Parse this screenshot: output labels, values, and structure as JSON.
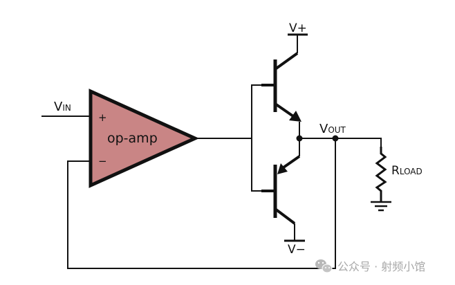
{
  "diagram": {
    "title": "Op-amp driven push-pull (class B) output stage",
    "opamp": {
      "label": "op-amp",
      "plus_sign": "+",
      "minus_sign": "−",
      "fill_color": "#c98585"
    },
    "labels": {
      "vin_main": "V",
      "vin_sub": "IN",
      "vout_main": "V",
      "vout_sub": "OUT",
      "vplus": "V+",
      "vminus": "V−",
      "rload_main": "R",
      "rload_sub": "LOAD"
    },
    "components": [
      {
        "id": "opamp",
        "type": "op-amp"
      },
      {
        "id": "q1",
        "type": "npn-transistor",
        "supply": "V+"
      },
      {
        "id": "q2",
        "type": "pnp-transistor",
        "supply": "V-"
      },
      {
        "id": "rload",
        "type": "resistor"
      },
      {
        "id": "gnd",
        "type": "ground"
      }
    ],
    "connections": [
      "VIN -> op-amp +",
      "op-amp out -> Q1 base, Q2 base",
      "Q1 emitter, Q2 emitter -> VOUT",
      "VOUT -> RLOAD -> ground",
      "VOUT -> op-amp - (feedback)"
    ]
  },
  "watermark": {
    "icon": "wechat-icon",
    "text": "公众号 · 射频小馆"
  }
}
